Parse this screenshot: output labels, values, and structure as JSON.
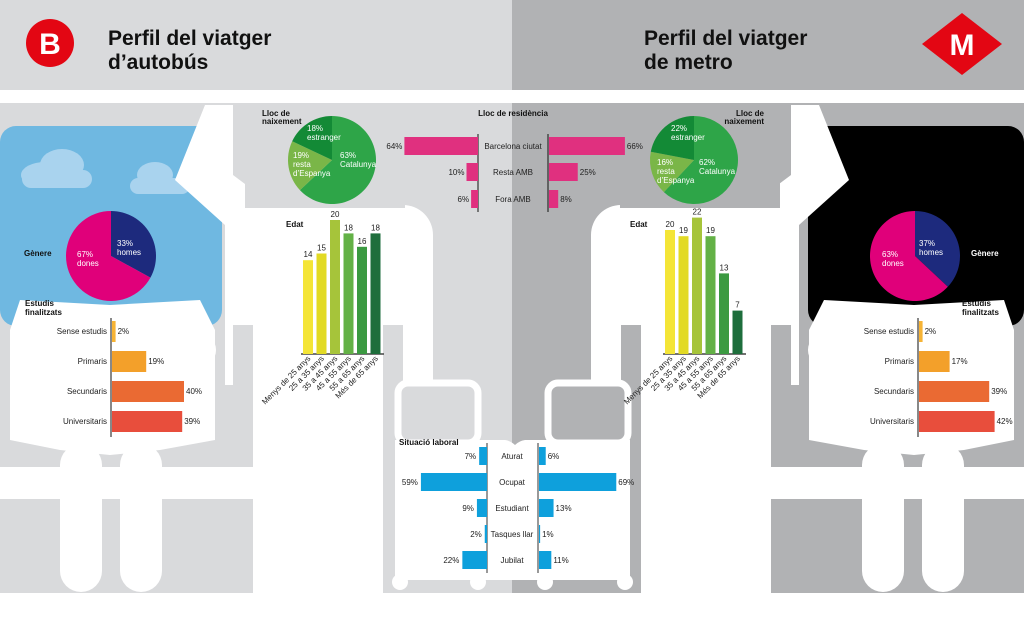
{
  "header": {
    "left_title_line1": "Perfil del viatger",
    "left_title_line2": "d’autobús",
    "right_title_line1": "Perfil del viatger",
    "right_title_line2": "de metro",
    "bus_logo_letter": "B",
    "metro_logo_letter": "M",
    "bus_logo_icon": "bus-logo-icon",
    "metro_logo_icon": "metro-logo-icon"
  },
  "colors": {
    "brand_red": "#e30613",
    "sky_blue": "#6fb8e1",
    "magenta": "#e0007a",
    "navy": "#1d2a7d",
    "residence_pink": "#e0307f",
    "labor_blue": "#0ea0dc"
  },
  "labels": {
    "genere": "Gènere",
    "estudis_line1": "Estudis",
    "estudis_line2": "finalitzats",
    "lloc_naix_line1": "Lloc de",
    "lloc_naix_line2": "naixement",
    "residencia": "Lloc de residència",
    "edat": "Edat",
    "situacio": "Situació laboral"
  },
  "chart_data": [
    {
      "id": "bus-gender",
      "type": "pie",
      "title": "Gènere",
      "slices": [
        {
          "label": "homes",
          "value": 33,
          "color": "#1d2a7d"
        },
        {
          "label": "dones",
          "value": 67,
          "color": "#e0007a"
        }
      ]
    },
    {
      "id": "metro-gender",
      "type": "pie",
      "title": "Gènere",
      "slices": [
        {
          "label": "homes",
          "value": 37,
          "color": "#1d2a7d"
        },
        {
          "label": "dones",
          "value": 63,
          "color": "#e0007a"
        }
      ]
    },
    {
      "id": "bus-birthplace",
      "type": "pie",
      "title": "Lloc de naixement",
      "slices": [
        {
          "label": "Catalunya",
          "value": 63,
          "color": "#2ea548"
        },
        {
          "label": "resta d’Espanya",
          "value": 19,
          "color": "#7ab648"
        },
        {
          "label": "estranger",
          "value": 18,
          "color": "#138a36"
        }
      ]
    },
    {
      "id": "metro-birthplace",
      "type": "pie",
      "title": "Lloc de naixement",
      "slices": [
        {
          "label": "Catalunya",
          "value": 62,
          "color": "#2ea548"
        },
        {
          "label": "resta d’Espanya",
          "value": 16,
          "color": "#7ab648"
        },
        {
          "label": "estranger",
          "value": 22,
          "color": "#138a36"
        }
      ]
    },
    {
      "id": "residence",
      "type": "bar",
      "title": "Lloc de residència",
      "categories": [
        "Barcelona ciutat",
        "Resta AMB",
        "Fora AMB"
      ],
      "series": [
        {
          "name": "autobús",
          "values": [
            64,
            10,
            6
          ]
        },
        {
          "name": "metro",
          "values": [
            66,
            25,
            8
          ]
        }
      ],
      "unit": "%"
    },
    {
      "id": "bus-age",
      "type": "bar",
      "title": "Edat",
      "categories": [
        "Menys de 25 anys",
        "25 a 35 anys",
        "35 a 45 anys",
        "45 a 55 anys",
        "55 a 65 anys",
        "Més de 65 anys"
      ],
      "values": [
        14,
        15,
        20,
        18,
        16,
        18
      ],
      "colors": [
        "#f4e537",
        "#e2da24",
        "#a6c43a",
        "#63b146",
        "#3b9a41",
        "#1e6e3c"
      ]
    },
    {
      "id": "metro-age",
      "type": "bar",
      "title": "Edat",
      "categories": [
        "Menys de 25 anys",
        "25 a 35 anys",
        "35 a 45 anys",
        "45 a 55 anys",
        "55 a 65 anys",
        "Més de 65 anys"
      ],
      "values": [
        20,
        19,
        22,
        19,
        13,
        7
      ],
      "colors": [
        "#f4e537",
        "#e2da24",
        "#a6c43a",
        "#63b146",
        "#3b9a41",
        "#1e6e3c"
      ]
    },
    {
      "id": "bus-studies",
      "type": "bar",
      "title": "Estudis finalitzats",
      "categories": [
        "Sense estudis",
        "Primaris",
        "Secundaris",
        "Universitaris"
      ],
      "values": [
        2,
        19,
        40,
        39
      ],
      "colors": [
        "#f6b335",
        "#f3a02a",
        "#ea6a33",
        "#e84e3c"
      ],
      "unit": "%"
    },
    {
      "id": "metro-studies",
      "type": "bar",
      "title": "Estudis finalitzats",
      "categories": [
        "Sense estudis",
        "Primaris",
        "Secundaris",
        "Universitaris"
      ],
      "values": [
        2,
        17,
        39,
        42
      ],
      "colors": [
        "#f6b335",
        "#f3a02a",
        "#ea6a33",
        "#e84e3c"
      ],
      "unit": "%"
    },
    {
      "id": "labor",
      "type": "bar",
      "title": "Situació laboral",
      "categories": [
        "Aturat",
        "Ocupat",
        "Estudiant",
        "Tasques llar",
        "Jubilat"
      ],
      "series": [
        {
          "name": "autobús",
          "values": [
            7,
            59,
            9,
            2,
            22
          ]
        },
        {
          "name": "metro",
          "values": [
            6,
            69,
            13,
            1,
            11
          ]
        }
      ],
      "unit": "%"
    }
  ]
}
